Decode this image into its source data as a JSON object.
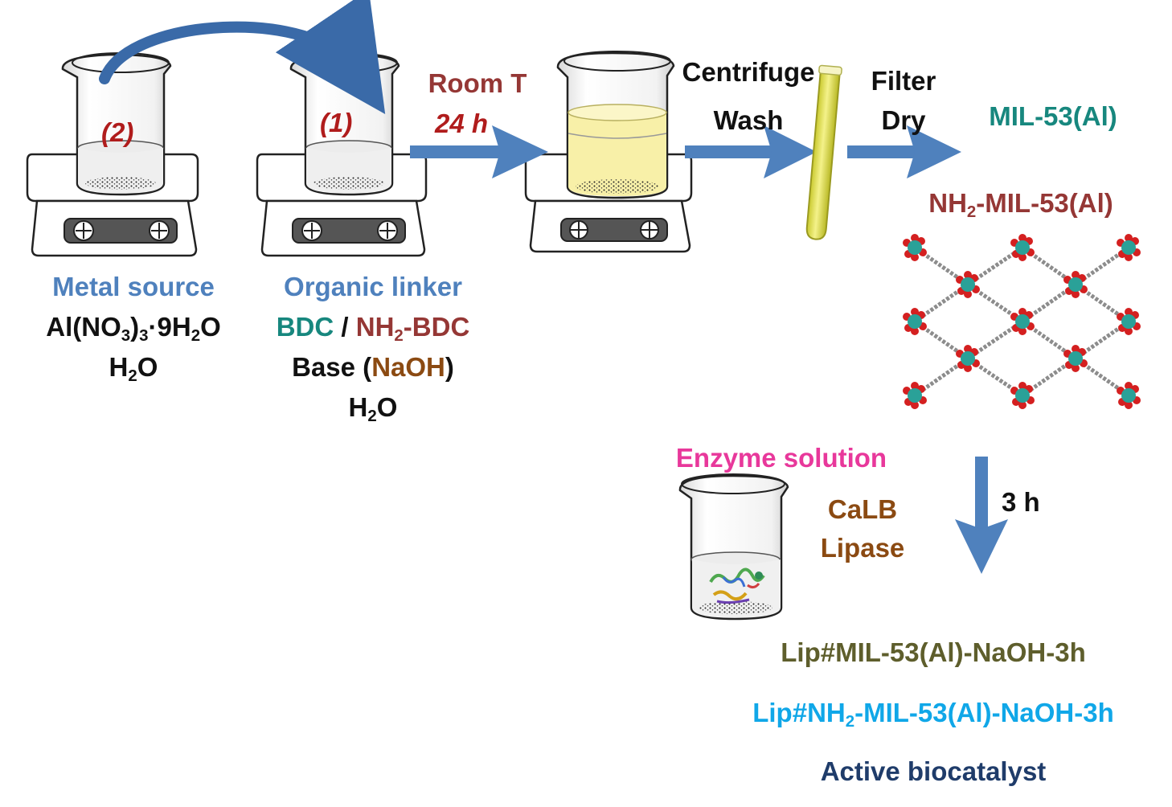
{
  "beaker_labels": {
    "beaker2": "(2)",
    "beaker1": "(1)"
  },
  "conditions": {
    "temperature": "Room T",
    "time": "24 h"
  },
  "steps": {
    "centrifuge": "Centrifuge",
    "wash": "Wash",
    "filter": "Filter",
    "dry": "Dry"
  },
  "products": {
    "mil53": "MIL-53(Al)",
    "nh2_prefix": "NH",
    "nh2_sub": "2",
    "nh2_suffix": "-MIL-53(Al)"
  },
  "metal_source": {
    "title": "Metal source",
    "salt": {
      "a": "Al(NO",
      "s1": "3",
      "b": ")",
      "s2": "3",
      "c": "·9H",
      "s3": "2",
      "d": "O"
    },
    "solvent": {
      "a": "H",
      "s": "2",
      "b": "O"
    }
  },
  "organic_linker": {
    "title": "Organic linker",
    "bdc": "BDC",
    "slash": " / ",
    "nh2bdc_a": "NH",
    "nh2bdc_s": "2",
    "nh2bdc_b": "-BDC",
    "base_a": "Base (",
    "base_naoh": "NaOH",
    "base_b": ")",
    "solvent": {
      "a": "H",
      "s": "2",
      "b": "O"
    }
  },
  "enzyme": {
    "title": "Enzyme solution",
    "calb": "CaLB",
    "lipase": "Lipase"
  },
  "immobilization": {
    "time": "3 h"
  },
  "results": {
    "lip_mil": "Lip#MIL-53(Al)-NaOH-3h",
    "lip_nh2_a": "Lip#NH",
    "lip_nh2_s": "2",
    "lip_nh2_b": "-MIL-53(Al)-NaOH-3h",
    "active": "Active biocatalyst"
  },
  "colors": {
    "arrow": "#4f81bd",
    "curved_arrow": "#3a6aa8",
    "teal": "#17877e",
    "maroon": "#953735",
    "brown": "#8b4a12",
    "red": "#b01c1c",
    "pink": "#e8389b",
    "olive": "#5e5e2c",
    "cyan": "#10a7e8",
    "navy": "#1f3c6a",
    "solution_yellow": "#f8f0a8",
    "tube_yellow": "#e6e35a"
  }
}
